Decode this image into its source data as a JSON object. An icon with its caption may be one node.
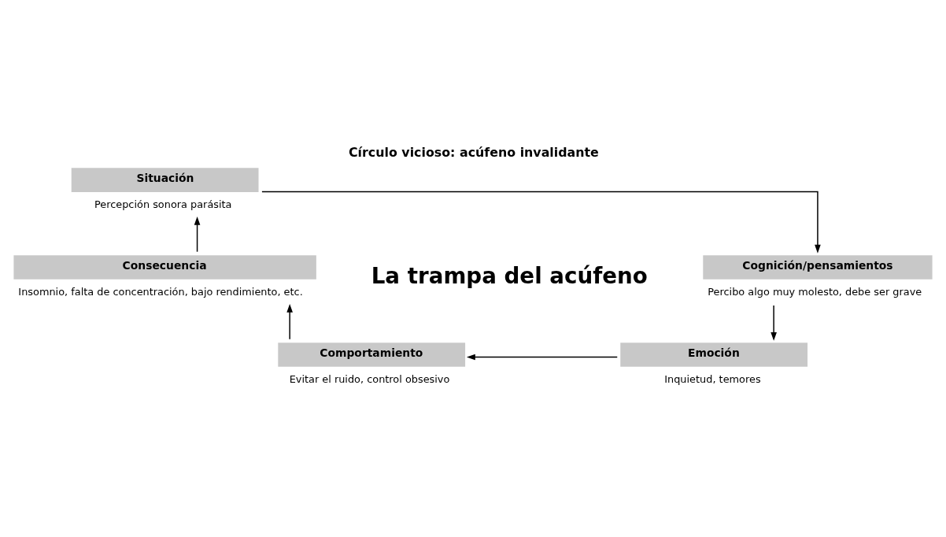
{
  "diagram": {
    "title": "Círculo vicioso: acúfeno invalidante",
    "nodes": [
      {
        "text": [
          "Situación"
        ],
        "beside": [
          "Percepción sonora parásita"
        ]
      },
      {
        "text": [
          "Cognición/pensamientos"
        ],
        "beside": [
          "Percibo algo muy molesto, debe ser grave"
        ]
      },
      {
        "text": [
          "Emoción"
        ],
        "beside": [
          "Inquietud, temores"
        ]
      },
      {
        "text": [
          "Comportamiento"
        ],
        "beside": [
          "Evitar el ruido, control obsesivo"
        ]
      },
      {
        "text": [
          "Consecuencia"
        ],
        "beside": [
          "Insomnio, falta de concentración, bajo rendimiento, etc."
        ]
      }
    ],
    "edges": [
      {
        "from": 0,
        "to": 1,
        "arrow": "to"
      },
      {
        "from": 1,
        "to": 2,
        "arrow": "to"
      },
      {
        "from": 2,
        "to": 3,
        "arrow": "to"
      },
      {
        "from": 3,
        "to": 4,
        "arrow": "to"
      },
      {
        "from": 4,
        "to": 0,
        "arrow": "to"
      }
    ],
    "labels": [
      "La trampa del acúfeno"
    ]
  }
}
